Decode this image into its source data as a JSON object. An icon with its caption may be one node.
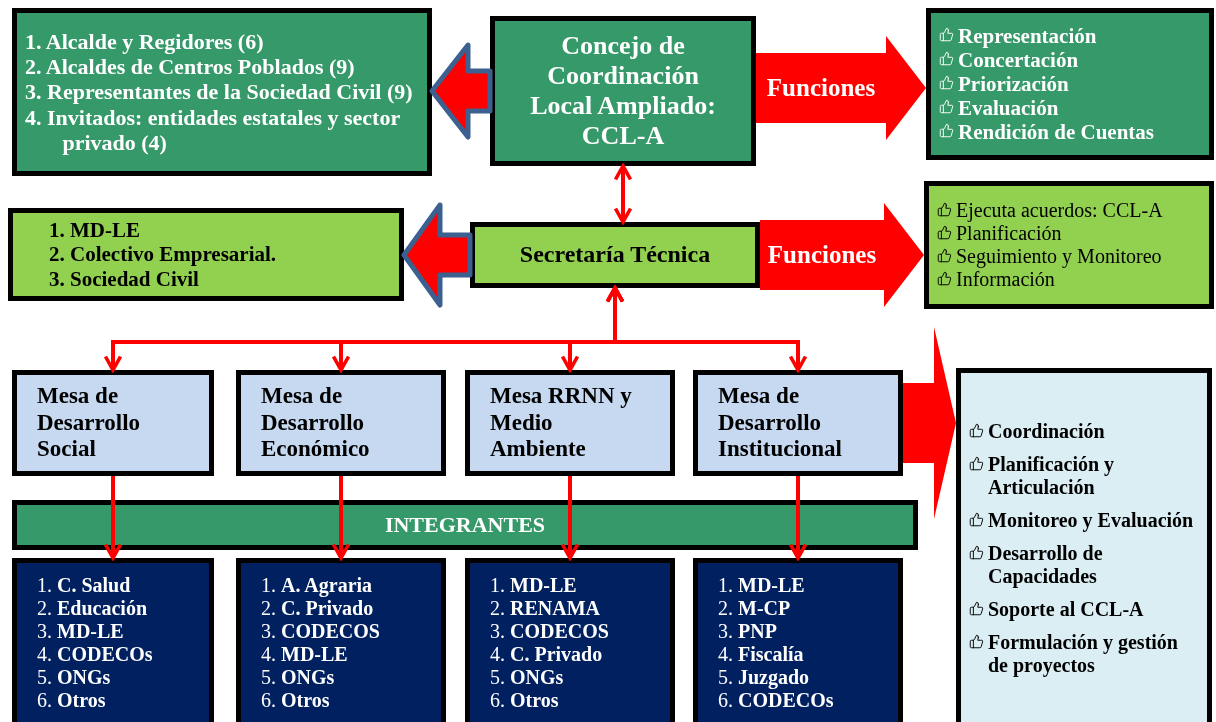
{
  "diagram": {
    "nodes": [
      {
        "text": [
          "Concejo de Coordinación Local Ampliado: CCL-A"
        ]
      },
      {
        "text": [
          "1. Alcalde y Regidores (6)",
          "2. Alcaldes de Centros Poblados (9)",
          "3. Representantes de la Sociedad Civil (9)",
          "4. Invitados: entidades estatales y sector privado (4)"
        ]
      },
      {
        "text": [
          "Representación",
          "Concertación",
          "Priorización",
          "Evaluación",
          "Rendición de Cuentas"
        ]
      },
      {
        "text": [
          "Secretaría Técnica"
        ]
      },
      {
        "text": [
          "1. MD-LE",
          "2. Colectivo Empresarial.",
          "3. Sociedad Civil"
        ]
      },
      {
        "text": [
          "Ejecuta acuerdos: CCL-A",
          "Planificación",
          "Seguimiento y Monitoreo",
          "Información"
        ]
      },
      {
        "text": [
          "Mesa de Desarrollo Social"
        ]
      },
      {
        "text": [
          "Mesa de Desarrollo Económico"
        ]
      },
      {
        "text": [
          "Mesa RRNN y Medio Ambiente"
        ]
      },
      {
        "text": [
          "Mesa de Desarrollo Institucional"
        ]
      },
      {
        "text": [
          "INTEGRANTES"
        ]
      },
      {
        "text": [
          "1. **C. Salud**",
          "2. **Educación**",
          "3. **MD-LE**",
          "4. **CODECOs**",
          "5. **ONGs**",
          "6. **Otros**"
        ],
        "in": 10
      },
      {
        "text": [
          "1. **A. Agraria**",
          "2. **C. Privado**",
          "3. **CODECOS**",
          "4. **MD-LE**",
          "5. **ONGs**",
          "6. **Otros**"
        ],
        "in": 10
      },
      {
        "text": [
          "1. **MD-LE**",
          "2. **RENAMA**",
          "3. **CODECOS**",
          "4. **C. Privado**",
          "5. **ONGs**",
          "6. **Otros**"
        ],
        "in": 10
      },
      {
        "text": [
          "1. **MD-LE**",
          "2. **M-CP**",
          "3. **PNP**",
          "4. **Fiscalía**",
          "5. **Juzgado**",
          "6. **CODECOs**"
        ],
        "in": 10
      },
      {
        "text": [
          "Coordinación",
          "Planificación y Articulación",
          "Monitoreo y Evaluación",
          "Desarrollo de Capacidades",
          "Soporte al CCL-A",
          "Formulación y gestión de proyectos"
        ]
      }
    ],
    "edges": [
      {
        "from": 0,
        "to": 1,
        "arrow": "to",
        "style": "thick"
      },
      {
        "from": 0,
        "to": 2,
        "arrow": "to",
        "style": "thick",
        "label": "Funciones"
      },
      {
        "from": 0,
        "to": 3,
        "arrow": "both"
      },
      {
        "from": 3,
        "to": 4,
        "arrow": "to",
        "style": "thick"
      },
      {
        "from": 3,
        "to": 5,
        "arrow": "to",
        "style": "thick",
        "label": "Funciones"
      },
      {
        "from": 3,
        "to": 6,
        "arrow": "both"
      },
      {
        "from": 3,
        "to": 7,
        "arrow": "both"
      },
      {
        "from": 3,
        "to": 8,
        "arrow": "both"
      },
      {
        "from": 3,
        "to": 9,
        "arrow": "both"
      },
      {
        "from": 6,
        "to": 11,
        "arrow": "to"
      },
      {
        "from": 7,
        "to": 12,
        "arrow": "to"
      },
      {
        "from": 8,
        "to": 13,
        "arrow": "to"
      },
      {
        "from": 9,
        "to": 14,
        "arrow": "to"
      },
      {
        "from": 9,
        "to": 15,
        "arrow": "to",
        "style": "thick"
      }
    ]
  }
}
